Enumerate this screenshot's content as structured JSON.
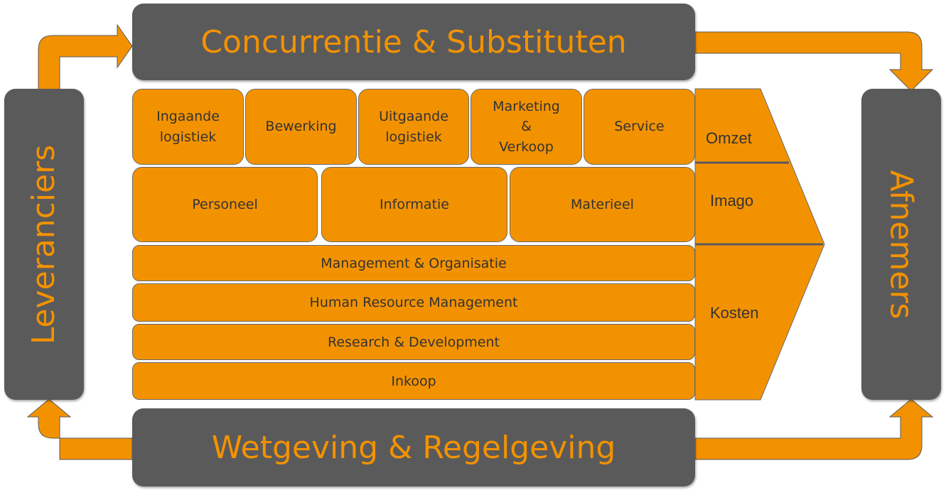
{
  "colors": {
    "orange": "#f39200",
    "dark_gray": "#5a5a5a",
    "text": "#333333"
  },
  "top_box": {
    "label": "Concurrentie & Substituten"
  },
  "bottom_box": {
    "label": "Wetgeving & Regelgeving"
  },
  "left_box": {
    "label": "Leveranciers"
  },
  "right_box": {
    "label": "Afnemers"
  },
  "primary_activities": [
    "Ingaande\nlogistiek",
    "Bewerking",
    "Uitgaande\nlogistiek",
    "Marketing\n&\nVerkoop",
    "Service"
  ],
  "resources": [
    "Personeel",
    "Informatie",
    "Materieel"
  ],
  "support_activities": [
    "Management & Organisatie",
    "Human Resource Management",
    "Research & Development",
    "Inkoop"
  ],
  "chevron": {
    "omzet": "Omzet",
    "imago": "Imago",
    "kosten": "Kosten"
  }
}
